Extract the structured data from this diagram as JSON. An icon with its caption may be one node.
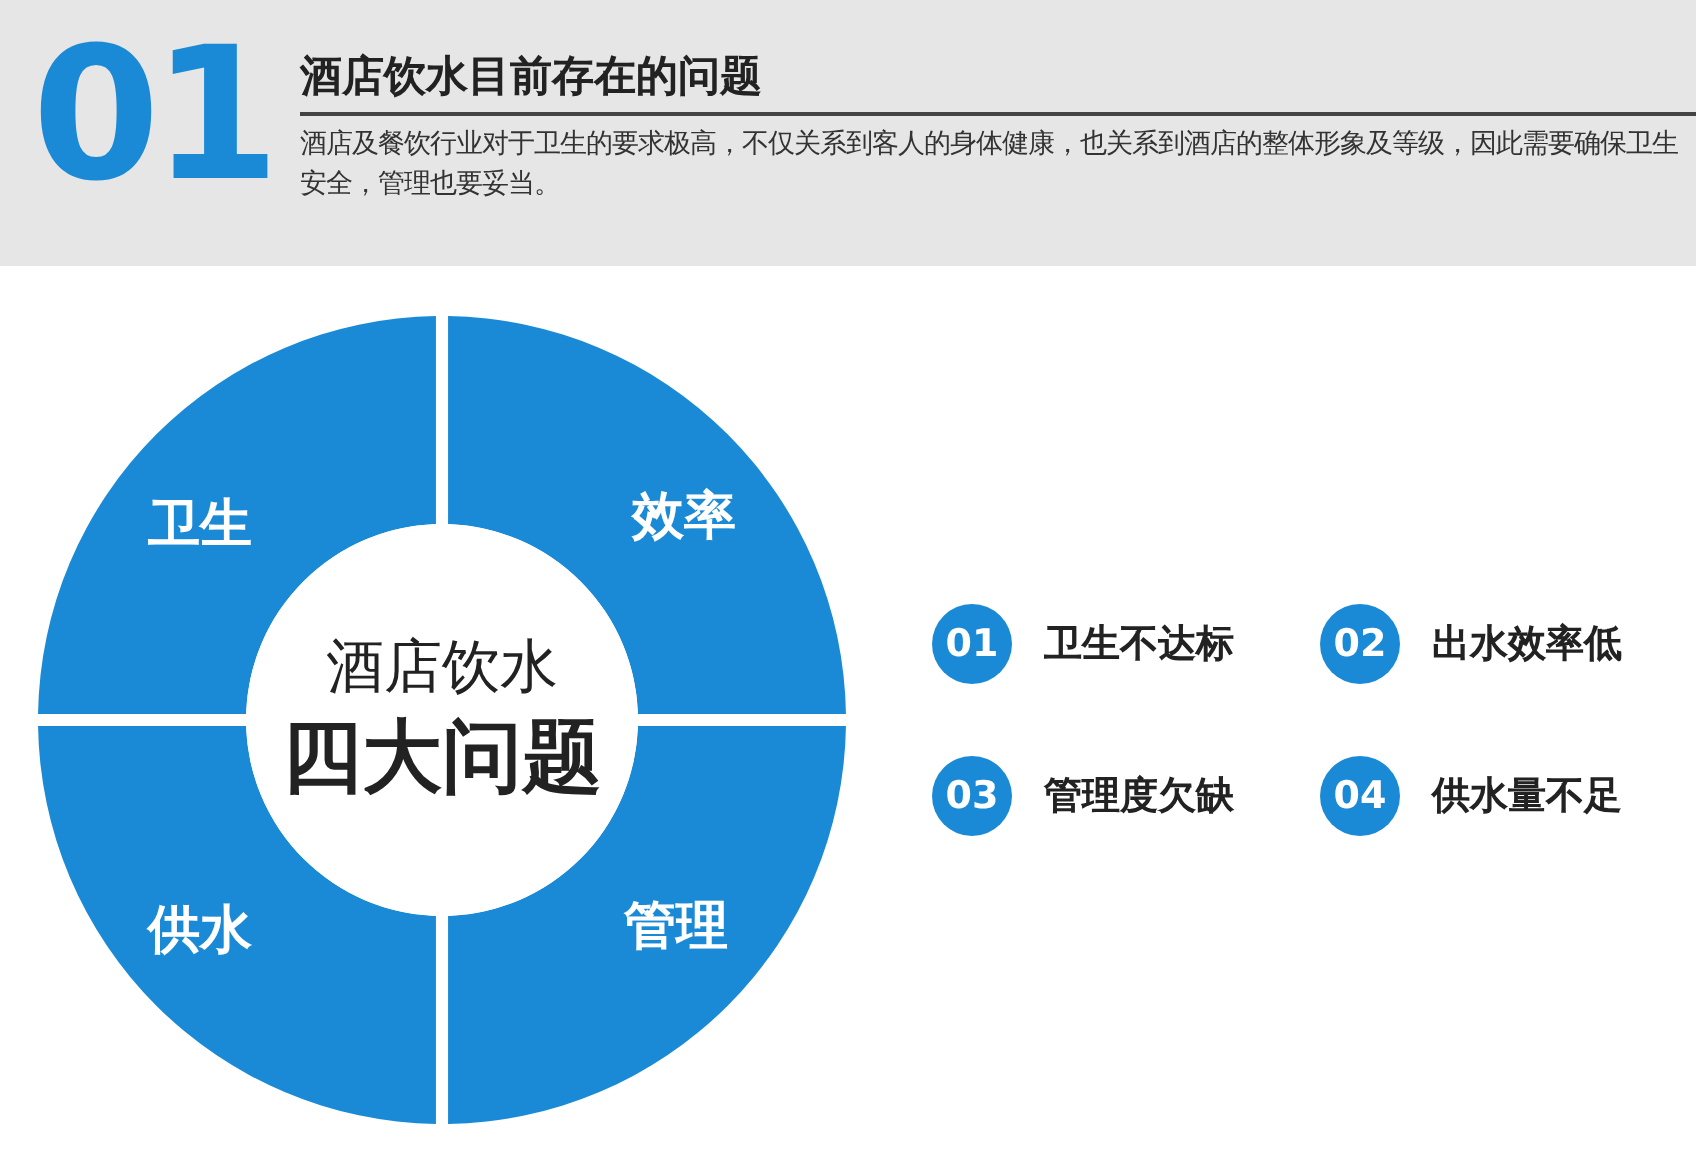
{
  "diagram": {
    "title": "酒店饮水目前存在的问题",
    "nodes": [
      {
        "text": [
          "卫生"
        ]
      },
      {
        "text": [
          "效率"
        ]
      },
      {
        "text": [
          "供水"
        ]
      },
      {
        "text": [
          "管理"
        ]
      },
      {
        "text": [
          "酒店饮水",
          "四大问题"
        ]
      },
      {
        "text": [
          "01"
        ],
        "beside": [
          "卫生不达标"
        ]
      },
      {
        "text": [
          "02"
        ],
        "beside": [
          "出水效率低"
        ]
      },
      {
        "text": [
          "03"
        ],
        "beside": [
          "管理度欠缺"
        ]
      },
      {
        "text": [
          "04"
        ],
        "beside": [
          "供水量不足"
        ]
      }
    ],
    "labels": [
      "01",
      "酒店及餐饮行业对于卫生的要求极高，不仅关系到客人的身体健康，也关系到酒店的整体形象及等级，因此需要确保卫生安全，管理也要妥当。"
    ]
  }
}
